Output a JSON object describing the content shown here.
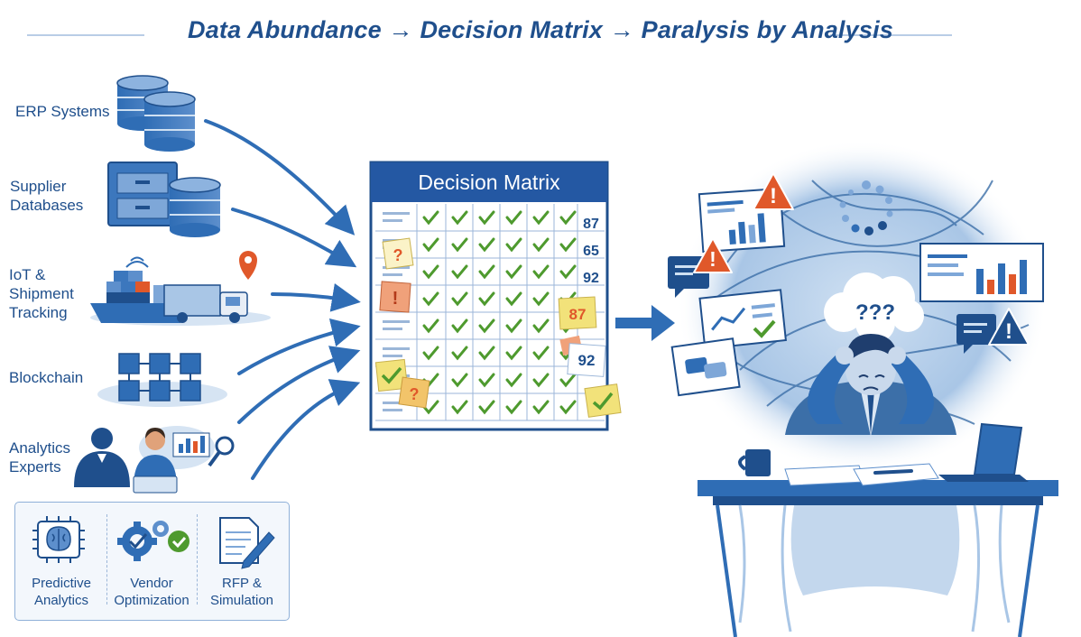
{
  "title": "Data Abundance → Decision Matrix → Paralysis by Analysis",
  "sources": [
    {
      "lines": [
        "ERP Systems"
      ],
      "icon": "database-stack-icon"
    },
    {
      "lines": [
        "Supplier",
        "Databases"
      ],
      "icon": "file-cabinet-database-icon"
    },
    {
      "lines": [
        "IoT &",
        "Shipment",
        "Tracking"
      ],
      "icon": "ship-truck-icon"
    },
    {
      "lines": [
        "Blockchain"
      ],
      "icon": "blockchain-cubes-icon"
    },
    {
      "lines": [
        "Analytics",
        "Experts"
      ],
      "icon": "analysts-people-icon"
    }
  ],
  "tools": [
    {
      "lines": [
        "Predictive",
        "Analytics"
      ],
      "icon": "brain-chip-icon"
    },
    {
      "lines": [
        "Vendor",
        "Optimization"
      ],
      "icon": "gears-check-icon"
    },
    {
      "lines": [
        "RFP &",
        "Simulation"
      ],
      "icon": "document-pen-icon"
    }
  ],
  "matrix": {
    "title": "Decision Matrix",
    "scores": [
      "87",
      "65",
      "92"
    ],
    "sticky_notes": [
      "?",
      "!",
      "87",
      "92",
      "?"
    ]
  },
  "overwhelm": {
    "thought": "???",
    "warning_glyph": "!"
  },
  "colors": {
    "navy": "#1f4f8c",
    "blue": "#2f6db5",
    "light_blue": "#d6e4f3",
    "check_green": "#4e9a2e",
    "warning_orange": "#e0582a",
    "sticky_yellow": "#f2e27a"
  }
}
